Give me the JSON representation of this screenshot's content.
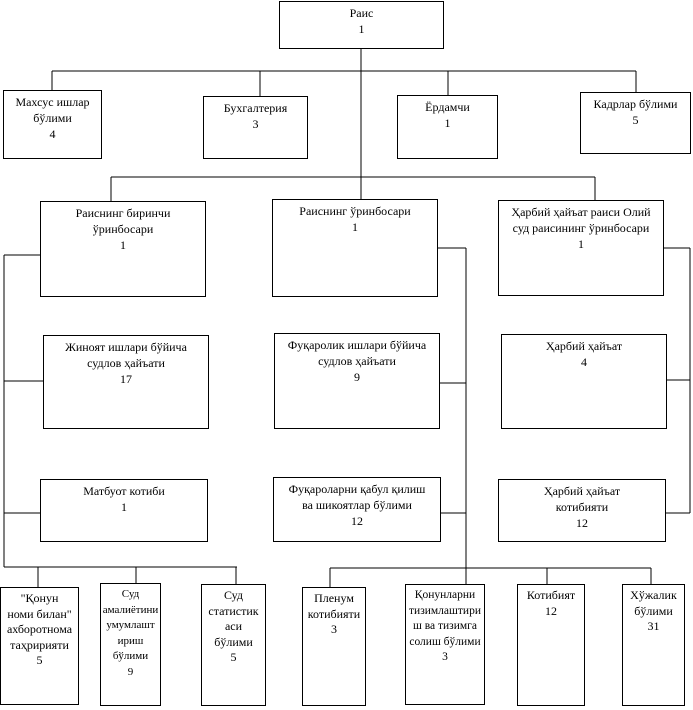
{
  "chairman": {
    "title": "Раис",
    "count": "1"
  },
  "top_units": [
    {
      "lines": [
        "Махсус ишлар",
        "бўлими"
      ],
      "count": "4"
    },
    {
      "lines": [
        "Бухгалтерия"
      ],
      "count": "3"
    },
    {
      "lines": [
        "Ёрдамчи"
      ],
      "count": "1"
    },
    {
      "lines": [
        "Кадрлар бўлими"
      ],
      "count": "5"
    }
  ],
  "deputies": [
    {
      "lines": [
        "Раиснинг биринчи",
        "ўринбосари"
      ],
      "count": "1"
    },
    {
      "lines": [
        "Раиснинг  ўринбосари"
      ],
      "count": "1"
    },
    {
      "lines": [
        "Ҳарбий ҳайъат раиси Олий",
        "суд раисининг ўринбосари"
      ],
      "count": "1"
    }
  ],
  "row2": [
    {
      "lines": [
        "Жиноят ишлари бўйича",
        "судлов ҳайъати"
      ],
      "count": "17"
    },
    {
      "lines": [
        "Фуқаролик ишлари бўйича",
        "судлов ҳайъати"
      ],
      "count": "9"
    },
    {
      "lines": [
        "Ҳарбий ҳайъат"
      ],
      "count": "4"
    }
  ],
  "row3": [
    {
      "lines": [
        "Матбуот котиби"
      ],
      "count": "1"
    },
    {
      "lines": [
        "Фуқароларни қабул қилиш",
        "ва шикоятлар бўлими"
      ],
      "count": "12"
    },
    {
      "lines": [
        "Ҳарбий ҳайъат",
        "котибияти"
      ],
      "count": "12"
    }
  ],
  "bottom_units": [
    {
      "lines": [
        "\"Қонун",
        "номи билан\"",
        "ахборотнома",
        "таҳририяти"
      ],
      "count": "5"
    },
    {
      "lines": [
        "Суд",
        "амалиётини",
        "умумлашт",
        "ириш",
        "бўлими"
      ],
      "count": "9"
    },
    {
      "lines": [
        "Суд",
        "статистик",
        "аси",
        "бўлими"
      ],
      "count": "5"
    },
    {
      "lines": [
        "Пленум",
        "котибияти"
      ],
      "count": "3"
    },
    {
      "lines": [
        "Қонунларни",
        "тизимлаштири",
        "ш ва тизимга",
        "солиш бўлими"
      ],
      "count": "3"
    },
    {
      "lines": [
        "Котибият"
      ],
      "count": "12"
    },
    {
      "lines": [
        "Хўжалик",
        "бўлими"
      ],
      "count": "31"
    }
  ]
}
